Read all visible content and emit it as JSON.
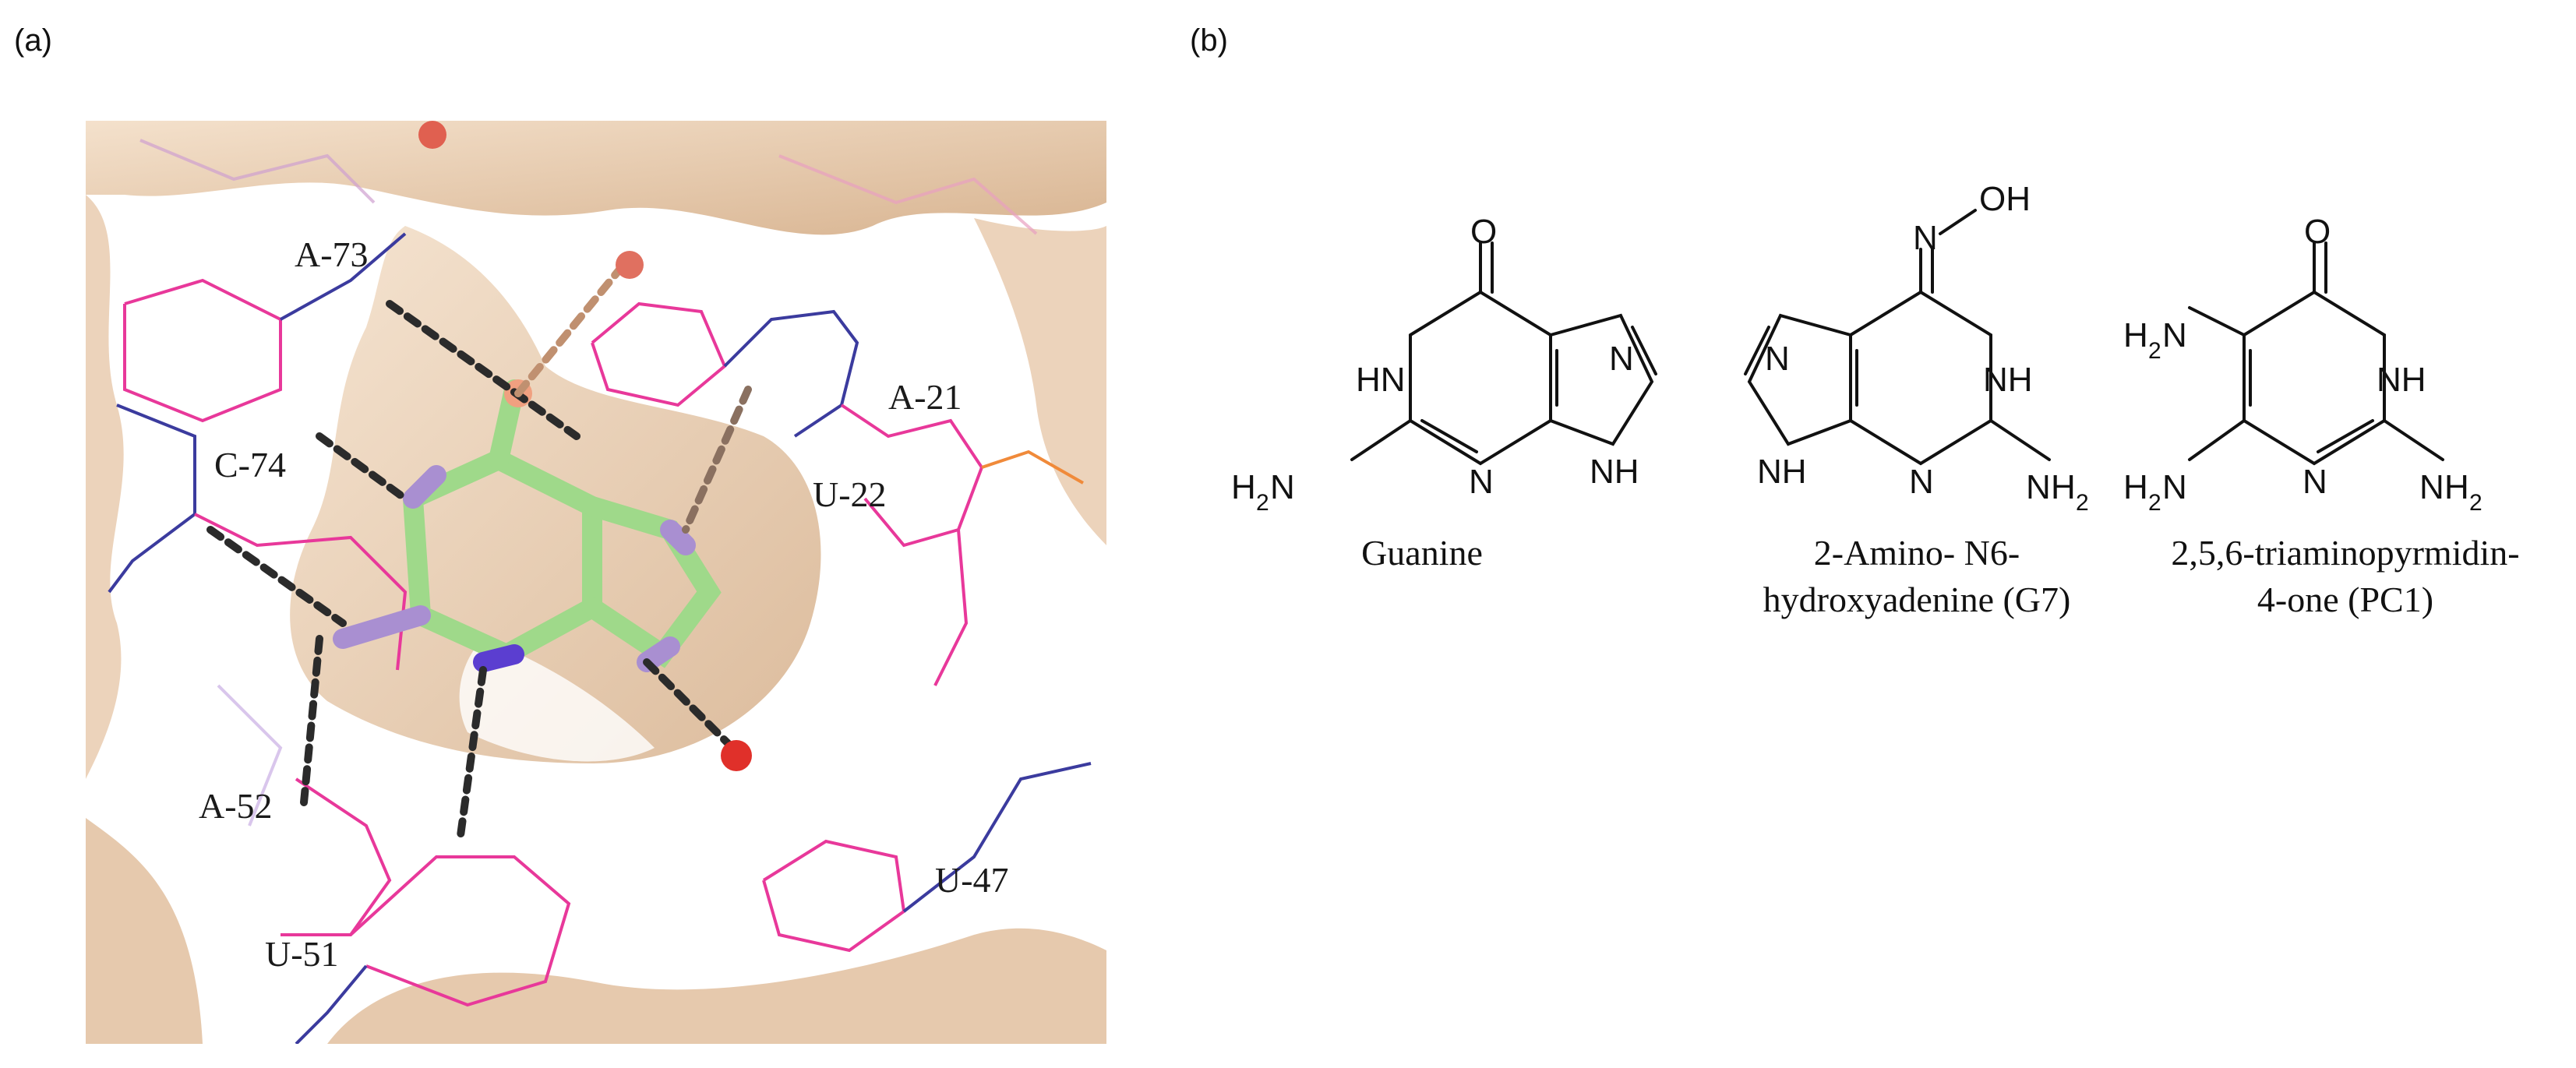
{
  "panels": {
    "a": {
      "label": "(a)"
    },
    "b": {
      "label": "(b)"
    }
  },
  "residues": [
    "A-73",
    "A-21",
    "C-74",
    "U-22",
    "A-52",
    "U-51",
    "U-47"
  ],
  "molecules": [
    {
      "name_lines": [
        "Guanine"
      ]
    },
    {
      "name_lines": [
        "2-Amino- N6-",
        "hydroxyadenine (G7)"
      ]
    },
    {
      "name_lines": [
        "2,5,6-triaminopyrmidin-",
        "4-one (PC1)"
      ]
    }
  ],
  "atoms": {
    "O": "O",
    "OH": "OH",
    "N": "N",
    "NH": "NH",
    "HN": "HN",
    "H": "H",
    "2": "2"
  },
  "colors": {
    "surface": "#e9cdb0",
    "ligand_carbon": "#9fd98a",
    "ligand_nitrogen": "#a98fd1",
    "rna_pink": "#e8389a",
    "rna_blue": "#3b3b9e",
    "water": "#e0302a",
    "hbond": "#2b2b2b"
  }
}
